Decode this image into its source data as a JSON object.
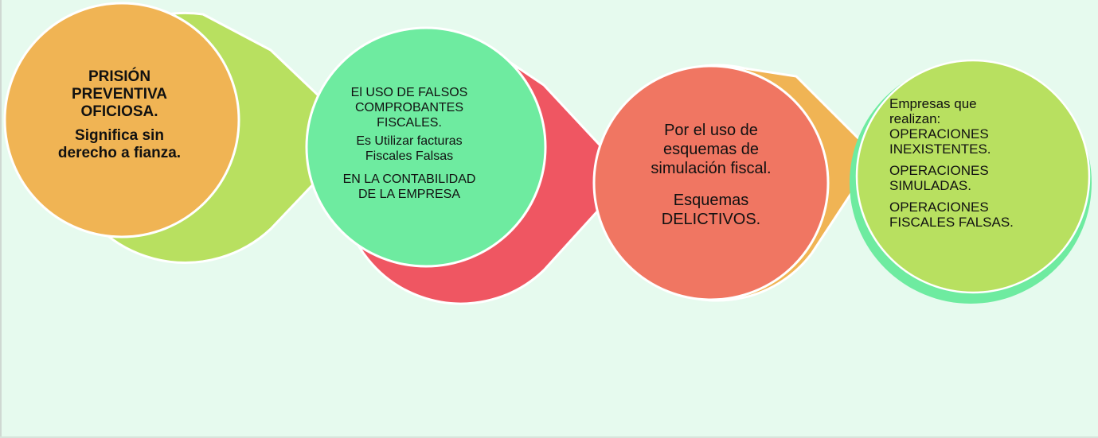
{
  "colors": {
    "background": "#e6faee",
    "orange": "#f0b454",
    "lime": "#b8e060",
    "mint": "#6eeba0",
    "red": "#ef5662",
    "salmon": "#f07662",
    "outline": "#ffffff",
    "text": "#111111"
  },
  "nodes": [
    {
      "id": "prision",
      "lines": [
        "PRISIÓN",
        "PREVENTIVA",
        "OFICIOSA.",
        "",
        "Significa sin",
        "derecho a fianza."
      ]
    },
    {
      "id": "uso-falsos",
      "lines": [
        "El USO DE FALSOS",
        "COMPROBANTES",
        "FISCALES.",
        "Es Utilizar facturas",
        "Fiscales Falsas",
        "",
        "EN LA CONTABILIDAD",
        "DE LA EMPRESA"
      ]
    },
    {
      "id": "esquemas",
      "lines": [
        "Por el uso de",
        "esquemas de",
        "simulación fiscal.",
        "",
        "Esquemas",
        "DELICTIVOS."
      ]
    },
    {
      "id": "empresas",
      "lines": [
        "Empresas que",
        "realizan:",
        "OPERACIONES",
        "INEXISTENTES.",
        "",
        "OPERACIONES",
        "SIMULADAS.",
        "",
        "OPERACIONES",
        "FISCALES FALSAS."
      ]
    }
  ]
}
